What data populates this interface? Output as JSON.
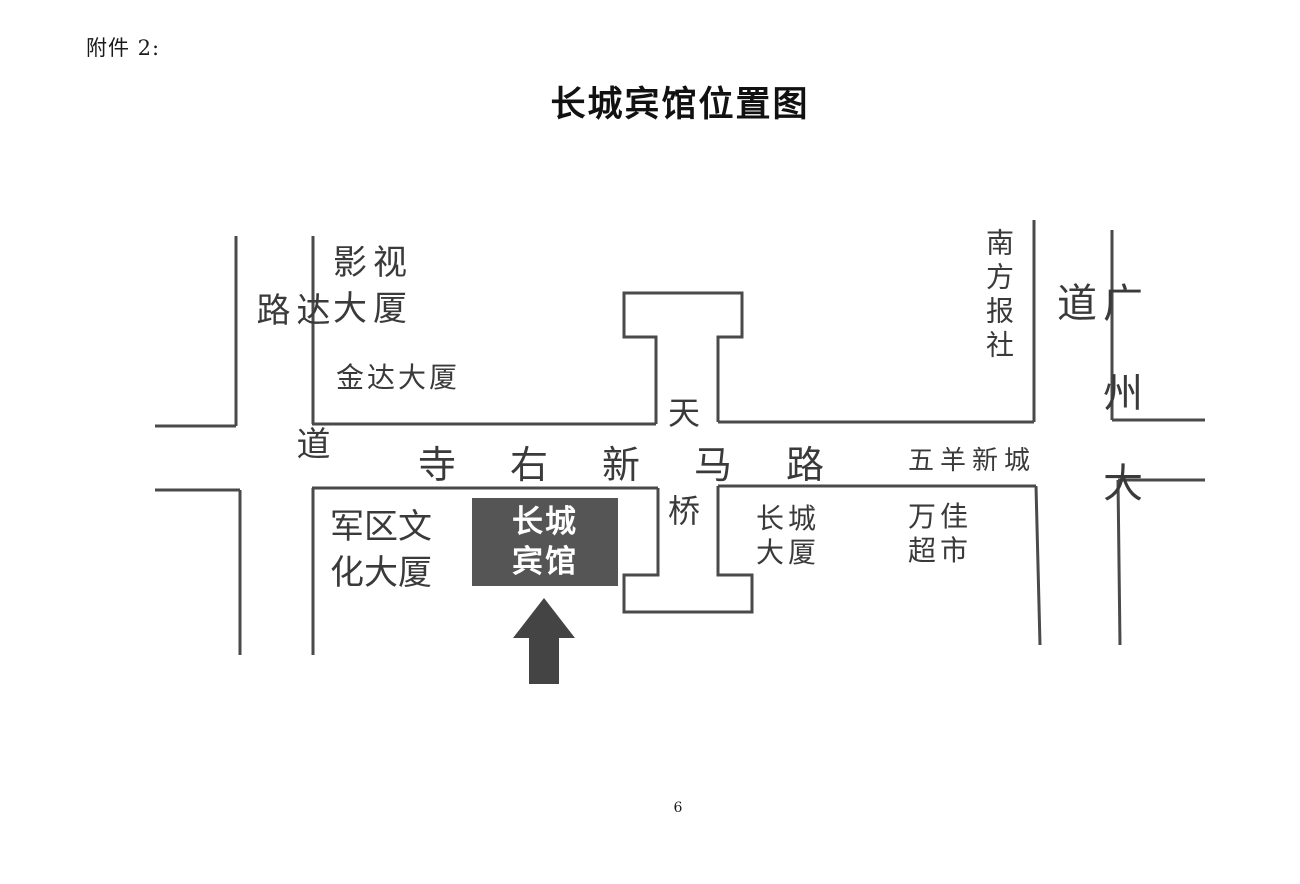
{
  "header": {
    "attachment": "附件 2:",
    "title": "长城宾馆位置图"
  },
  "map": {
    "roads": {
      "main_street": "寺右新马路",
      "left_road": "达道路",
      "right_road": "广州大道",
      "bridge": [
        "天",
        "桥"
      ]
    },
    "buildings": {
      "yingshi": "影视大厦",
      "jinda": "金达大厦",
      "nanfang": "南方报社",
      "wuyang": "五羊新城",
      "junqu": "军区文化大厦",
      "changcheng_building": "长城大厦",
      "wanjia": "万佳超市"
    },
    "hotel": {
      "label": "长城宾馆",
      "highlight_color": "#555555",
      "arrow_icon": "up-arrow-icon"
    }
  },
  "footer": {
    "page_number": "6"
  }
}
